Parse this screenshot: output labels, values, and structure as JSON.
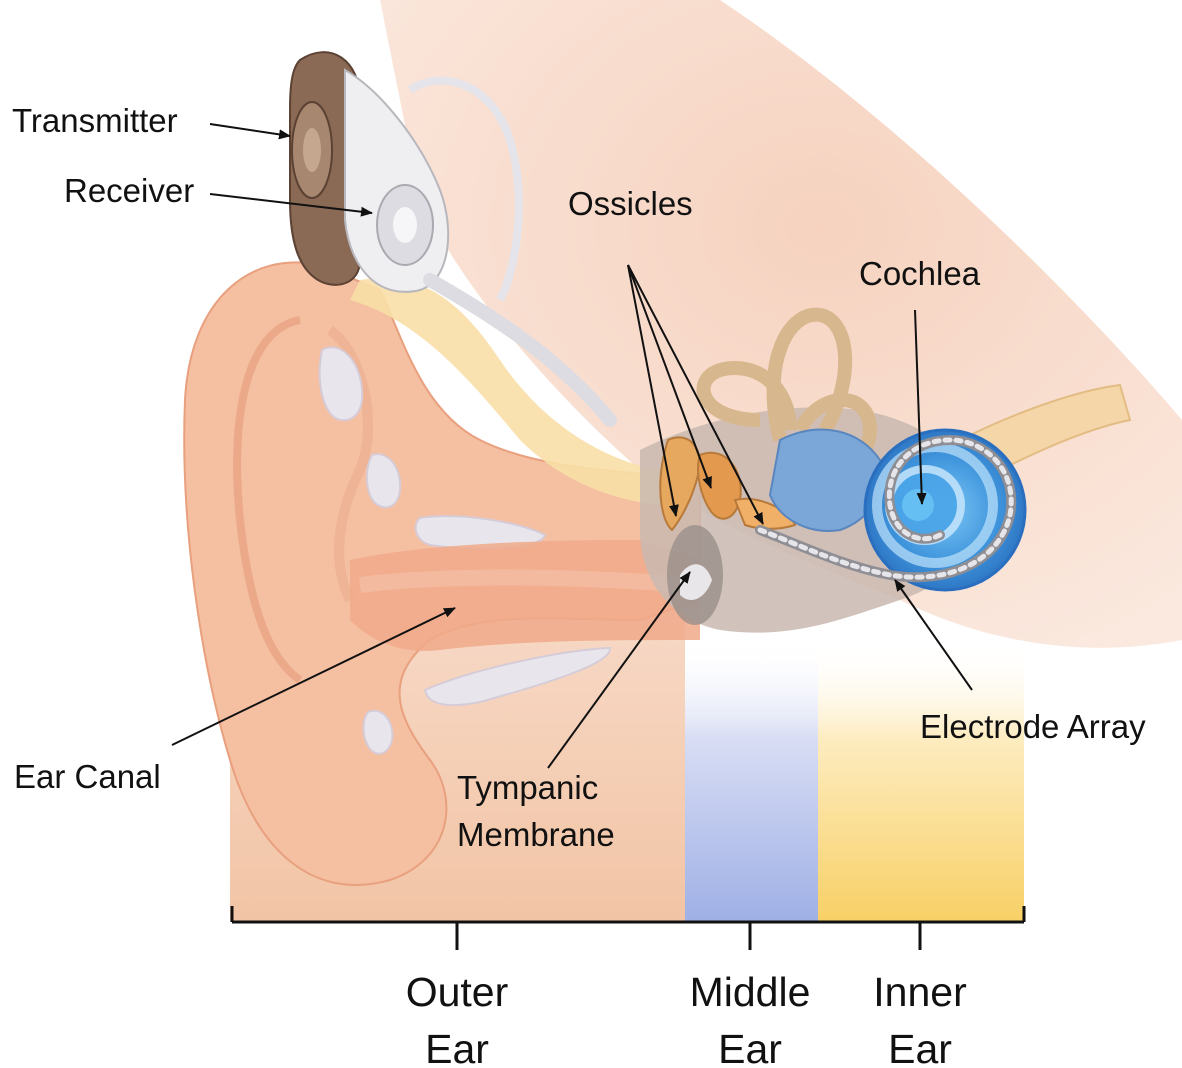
{
  "labels": {
    "transmitter": "Transmitter",
    "receiver": "Receiver",
    "ossicles": "Ossicles",
    "cochlea": "Cochlea",
    "electrode_array": "Electrode Array",
    "ear_canal": "Ear Canal",
    "tympanic_line1": "Tympanic",
    "tympanic_line2": "Membrane"
  },
  "regions": {
    "outer": {
      "line1": "Outer",
      "line2": "Ear"
    },
    "middle": {
      "line1": "Middle",
      "line2": "Ear"
    },
    "inner": {
      "line1": "Inner",
      "line2": "Ear"
    }
  },
  "colors": {
    "outer_band": "#f4c9ac",
    "middle_band": "#b3c0ea",
    "inner_band": "#fbd98a",
    "skin": "#f3b596",
    "cochlea_blue": "#3a8fd9",
    "bone": "#c9b8b0",
    "fat": "#f7dca0",
    "device": "#8a6a55",
    "text": "#111111"
  }
}
